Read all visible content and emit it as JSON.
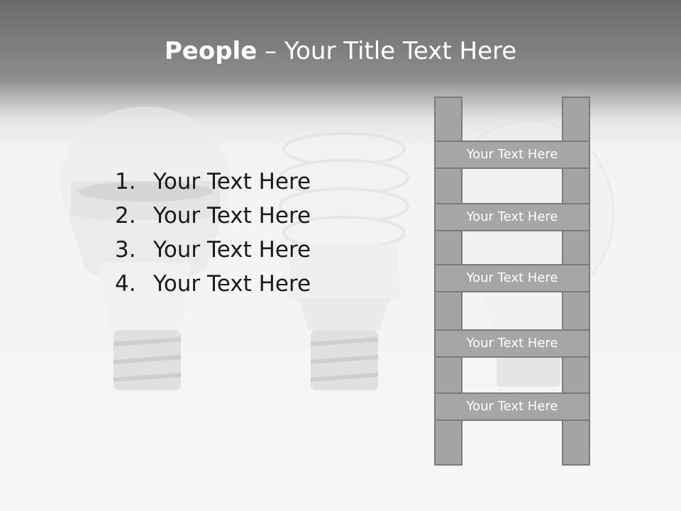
{
  "title": {
    "strong": "People",
    "rest": " – Your Title Text Here"
  },
  "list": {
    "items": [
      {
        "number": "1.",
        "text": "Your Text Here"
      },
      {
        "number": "2.",
        "text": "Your Text Here"
      },
      {
        "number": "3.",
        "text": "Your Text Here"
      },
      {
        "number": "4.",
        "text": "Your Text Here"
      }
    ]
  },
  "ladder": {
    "rungs": [
      "Your Text Here",
      "Your Text Here",
      "Your Text Here",
      "Your Text Here",
      "Your Text Here"
    ]
  }
}
